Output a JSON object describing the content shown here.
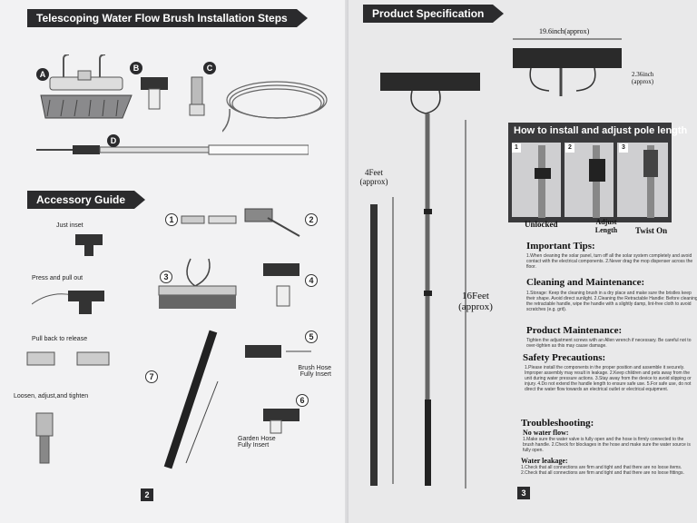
{
  "left_page": {
    "banner_title": "Telescoping Water Flow Brush Installation Steps",
    "parts": [
      "A",
      "B",
      "C",
      "D"
    ],
    "accessory_banner": "Accessory Guide",
    "accessory_labels": [
      "Just inset",
      "Press and pull out",
      "Pull back to release",
      "Loosen, adjust,and tighten"
    ],
    "step_numbers": [
      "1",
      "2",
      "3",
      "4",
      "5",
      "6",
      "7"
    ],
    "brush_hose_label": "Brush Hose Fully Insert",
    "garden_hose_label": "Garden Hose Fully Insert",
    "page_number": "2"
  },
  "right_page": {
    "banner_title": "Product Specification",
    "width_dim": "19.6inch(approx)",
    "height_dim": "2.36inch (approx)",
    "short_len": "4Feet (approx)",
    "long_len": "16Feet (approx)",
    "install_title": "How to install and adjust pole length",
    "install_nums": [
      "1",
      "2",
      "3"
    ],
    "install_labels": [
      "Unlocked",
      "Adjust Length",
      "Twist On"
    ],
    "sections": [
      {
        "title": "Important Tips:",
        "text": "1.When cleaning the solar panel, turn off all the solar system completely and avoid contact with the electrical components. 2.Never drag the mop dispenser across the floor."
      },
      {
        "title": "Cleaning and Maintenance:",
        "text": "1.Storage: Keep the cleaning brush in a dry place and make sure the bristles keep their shape. Avoid direct sunlight. 2.Cleaning the Retractable Handle: Before cleaning the retractable handle, wipe the handle with a slightly damp, lint-free cloth to avoid scratches (e.g. grit)."
      },
      {
        "title": "Product Maintenance:",
        "text": "Tighten the adjustment screws with an Allen wrench if necessary. Be careful not to over-tighten as this may cause damage."
      },
      {
        "title": "Safety Precautions:",
        "text": "1.Please install the components in the proper position and assemble it securely. Improper assembly may result in leakage. 2.Keep children and pets away from the unit during water pressure actions. 3.Stay away from the device to avoid slipping or injury. 4.Do not extend the handle length to ensure safe use. 5.For safe use, do not direct the water flow towards an electrical outlet or electrical equipment."
      },
      {
        "title": "Troubleshooting:",
        "text": ""
      }
    ],
    "no_water_title": "No water flow:",
    "no_water_text": "1.Make sure the water valve is fully open and the hose is firmly connected to the brush handle. 2.Check for blockages in the hose and make sure the water source is fully open.",
    "leak_title": "Water leakage:",
    "leak_text": "1.Check that all connections are firm and tight and that there are no loose items. 2.Check that all connections are firm and tight and that there are no loose fittings.",
    "page_number": "3"
  }
}
